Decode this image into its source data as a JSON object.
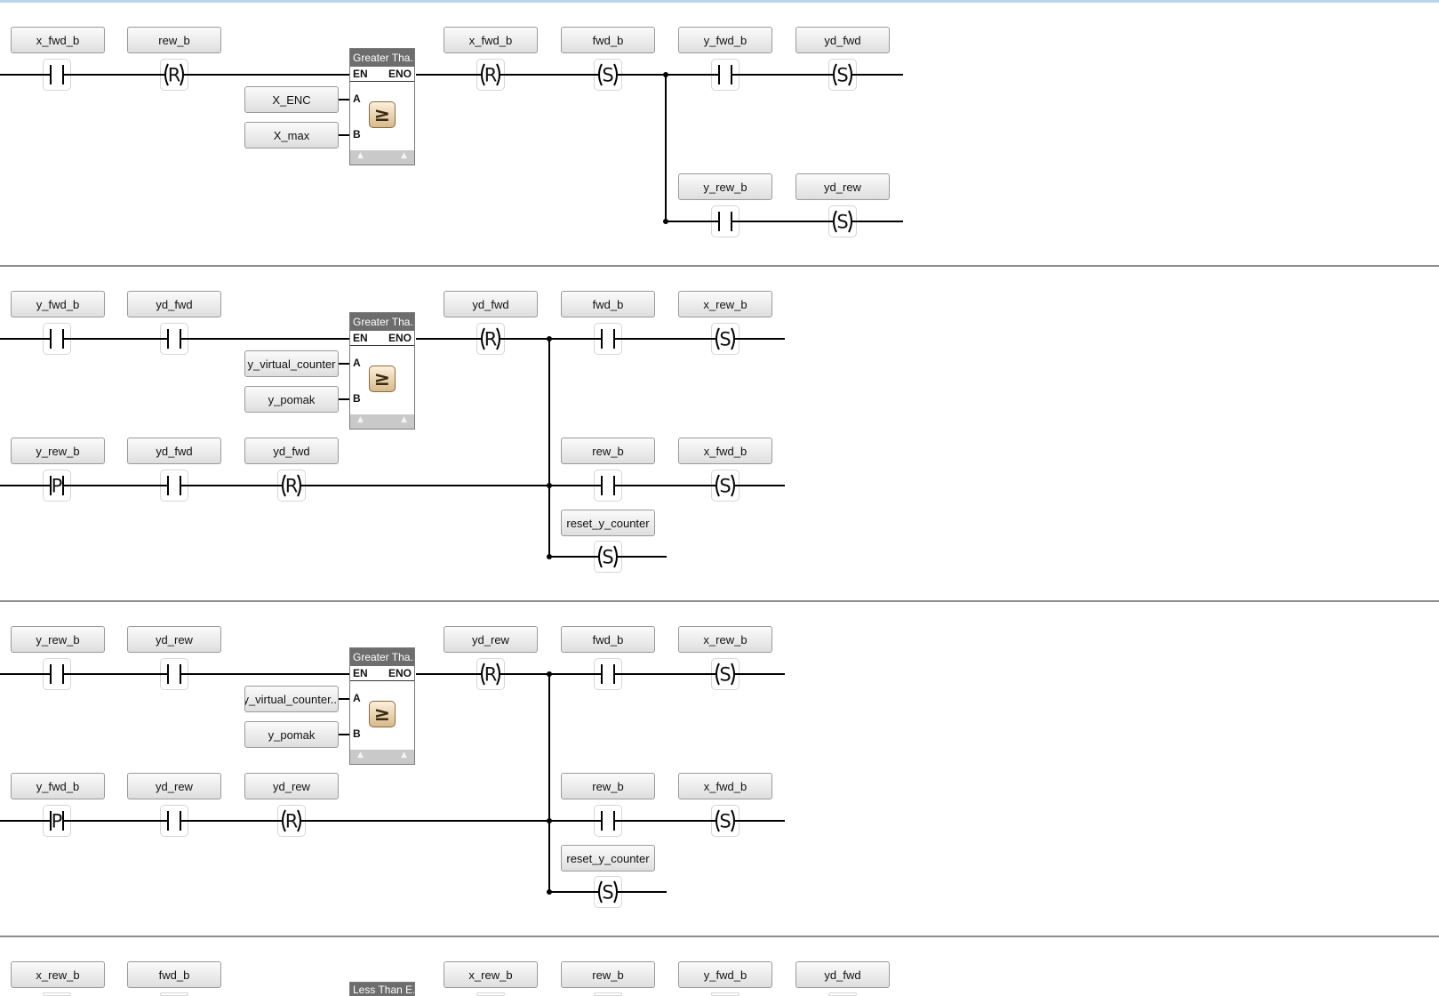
{
  "colors": {
    "wire": "#000000",
    "separator": "#8c8c8c",
    "block_header": "#6d6d6d",
    "window_top": "#b9d5ea"
  },
  "coil_letters": {
    "reset": "R",
    "set": "S",
    "pulse": "P"
  },
  "rungs": [
    {
      "labels": {
        "r1": [
          "x_fwd_b",
          "rew_b",
          "x_fwd_b",
          "fwd_b",
          "y_fwd_b",
          "yd_fwd"
        ],
        "r2": [
          "y_rew_b",
          "yd_rew"
        ]
      },
      "block": {
        "title": "Greater Tha...",
        "en": "EN",
        "eno": "ENO",
        "pin_a": "A",
        "pin_b": "B",
        "icon": "≥",
        "input_a": "X_ENC",
        "input_b": "X_max"
      }
    },
    {
      "labels": {
        "r1": [
          "y_fwd_b",
          "yd_fwd",
          "yd_fwd",
          "fwd_b",
          "x_rew_b"
        ],
        "r2": [
          "y_rew_b",
          "yd_fwd",
          "yd_fwd",
          "rew_b",
          "x_fwd_b"
        ],
        "r3": [
          "reset_y_counter"
        ]
      },
      "block": {
        "title": "Greater Tha...",
        "en": "EN",
        "eno": "ENO",
        "pin_a": "A",
        "pin_b": "B",
        "icon": "≥",
        "input_a": "y_virtual_counter",
        "input_b": "y_pomak"
      }
    },
    {
      "labels": {
        "r1": [
          "y_rew_b",
          "yd_rew",
          "yd_rew",
          "fwd_b",
          "x_rew_b"
        ],
        "r2": [
          "y_fwd_b",
          "yd_rew",
          "yd_rew",
          "rew_b",
          "x_fwd_b"
        ],
        "r3": [
          "reset_y_counter"
        ]
      },
      "block": {
        "title": "Greater Tha...",
        "en": "EN",
        "eno": "ENO",
        "pin_a": "A",
        "pin_b": "B",
        "icon": "≥",
        "input_a": "y_virtual_counter...",
        "input_b": "y_pomak"
      }
    },
    {
      "labels": {
        "r1": [
          "x_rew_b",
          "fwd_b",
          "x_rew_b",
          "rew_b",
          "y_fwd_b",
          "yd_fwd"
        ]
      },
      "block": {
        "title": "Less Than E..."
      }
    }
  ]
}
